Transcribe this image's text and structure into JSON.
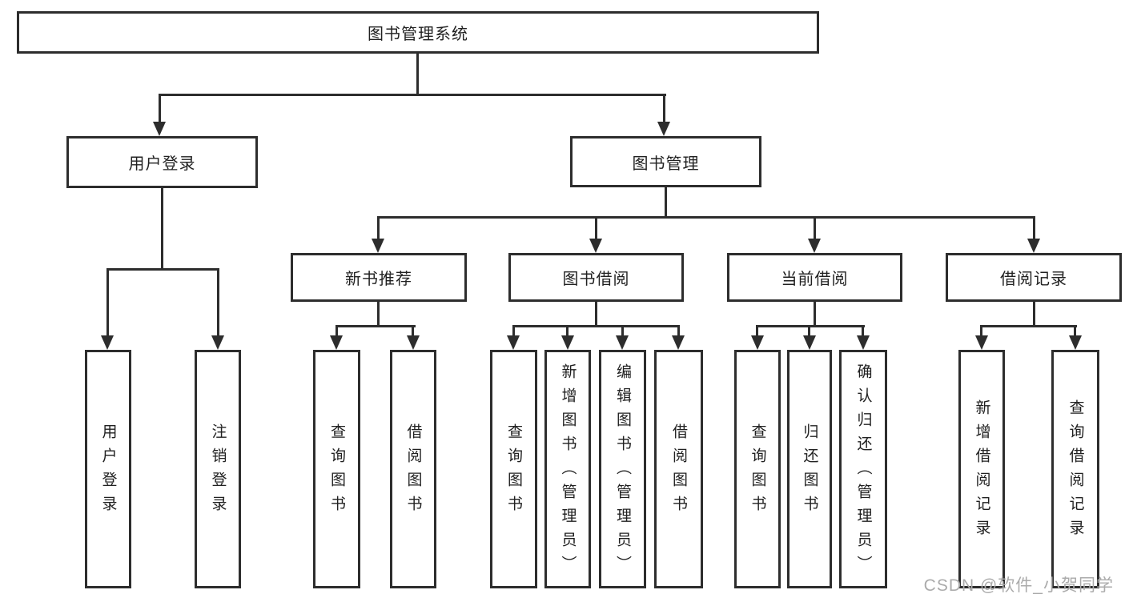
{
  "tree": {
    "root": {
      "label": "图书管理系统",
      "children": [
        {
          "label": "用户登录",
          "children": [
            {
              "label": "用户登录"
            },
            {
              "label": "注销登录"
            }
          ]
        },
        {
          "label": "图书管理",
          "children": [
            {
              "label": "新书推荐",
              "children": [
                {
                  "label": "查询图书"
                },
                {
                  "label": "借阅图书"
                }
              ]
            },
            {
              "label": "图书借阅",
              "children": [
                {
                  "label": "查询图书"
                },
                {
                  "label": "新增图书（管理员）"
                },
                {
                  "label": "编辑图书（管理员）"
                },
                {
                  "label": "借阅图书"
                }
              ]
            },
            {
              "label": "当前借阅",
              "children": [
                {
                  "label": "查询图书"
                },
                {
                  "label": "归还图书"
                },
                {
                  "label": "确认归还（管理员）"
                }
              ]
            },
            {
              "label": "借阅记录",
              "children": [
                {
                  "label": "新增借阅记录"
                },
                {
                  "label": "查询借阅记录"
                }
              ]
            }
          ]
        }
      ]
    }
  },
  "watermark": "CSDN @软件_小贺同学",
  "colors": {
    "line": "#2d2d2d",
    "text": "#212121",
    "background": "#ffffff",
    "watermark": "#ababab"
  }
}
